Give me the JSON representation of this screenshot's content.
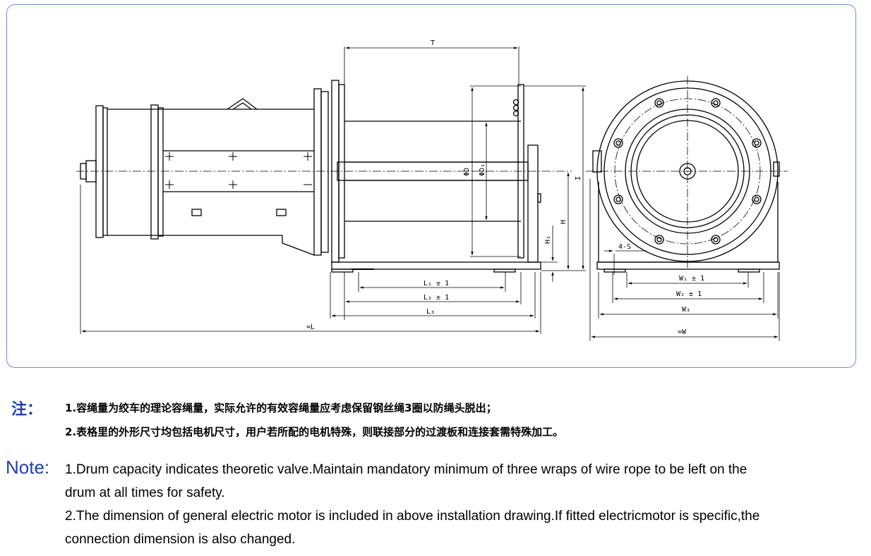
{
  "drawing": {
    "dimensions": {
      "T": "T",
      "D": "ΦD",
      "D1": "ΦD₁",
      "I": "I",
      "H": "H",
      "H1": "H₁",
      "L1": "L₁ ± 1",
      "L2": "L₂ ± 1",
      "L3": "L₃",
      "L": "≈L",
      "W1": "W₁ ± 1",
      "W2": "W₂ ± 1",
      "W3": "W₃",
      "W": "≈W",
      "holes": "4-S"
    }
  },
  "notes_cn": {
    "label": "注：",
    "line1": "1.容绳量为绞车的理论容绳量，实际允许的有效容绳量应考虑保留钢丝绳3圈以防绳头脱出；",
    "line2": "2.表格里的外形尺寸均包括电机尺寸，用户若所配的电机特殊，则联接部分的过渡板和连接套需特殊加工。"
  },
  "notes_en": {
    "label": "Note:",
    "line1a": "1.Drum capacity indicates theoretic valve.Maintain mandatory minimum of three wraps of wire rope to be left on the",
    "line1b": "drum at all times for safety.",
    "line2a": "2.The dimension of general electric motor is included in above installation drawing.If fitted electricmotor is specific,the",
    "line2b": "connection dimension is also changed."
  }
}
